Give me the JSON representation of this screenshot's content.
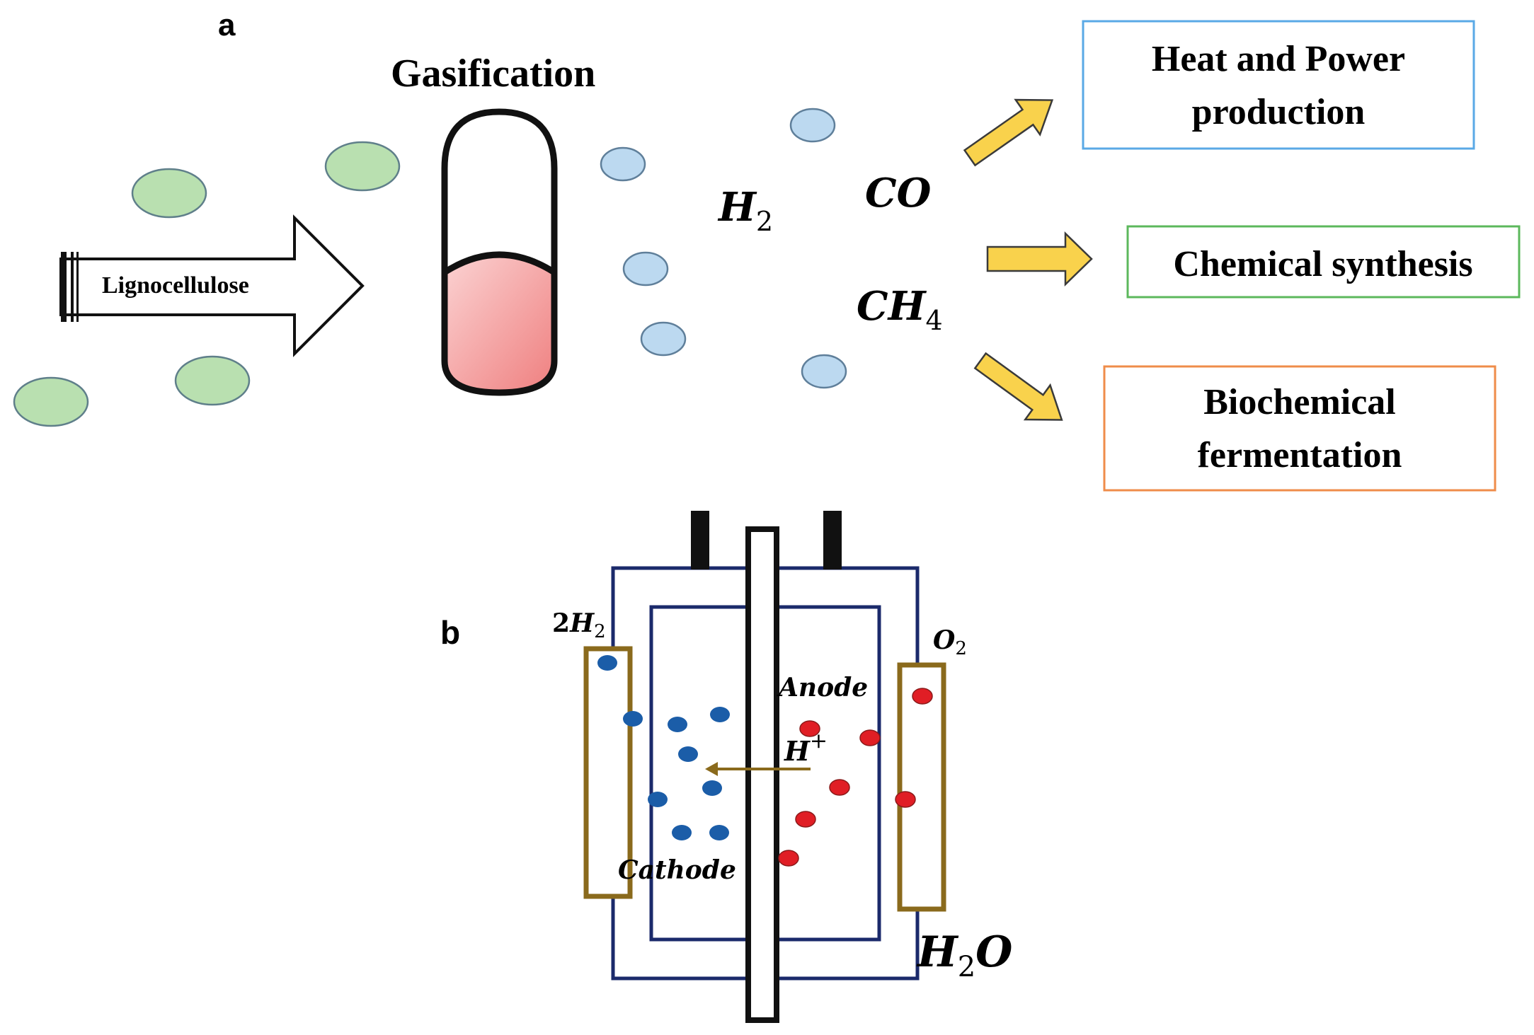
{
  "panel_a": {
    "label": "a",
    "process_title": "Gasification",
    "input_label": "Lignocellulose",
    "gases": {
      "h2": {
        "base": "H",
        "sub": "2"
      },
      "co": {
        "base": "CO"
      },
      "ch4": {
        "base": "CH",
        "sub": "4"
      }
    },
    "outputs": [
      {
        "line1": "Heat and Power",
        "line2": "production",
        "color": "#5aa9e6"
      },
      {
        "line1": "Chemical synthesis",
        "line2": "",
        "color": "#5cb85c"
      },
      {
        "line1": "Biochemical",
        "line2": "fermentation",
        "color": "#ef8c4a"
      }
    ],
    "colors": {
      "biomass_particle": "#b9e0b0",
      "gas_particle": "#bcd9f0",
      "reactor_fill": "#f07f7f",
      "arrow_fill": "#f9d24c"
    }
  },
  "panel_b": {
    "label": "b",
    "h2_label": {
      "coef": "2",
      "base": "H",
      "sub": "2"
    },
    "o2_label": {
      "base": "O",
      "sub": "2"
    },
    "anode_label": "Anode",
    "cathode_label": "Cathode",
    "proton_label": {
      "base": "H",
      "sup": "+"
    },
    "water_label": {
      "base": "H",
      "sub": "2",
      "tail": "O"
    },
    "colors": {
      "housing": "#1b2a6b",
      "electrode": "#8a6a1c",
      "h2_particle": "#1b5da8",
      "o2_particle": "#e01e25"
    }
  }
}
